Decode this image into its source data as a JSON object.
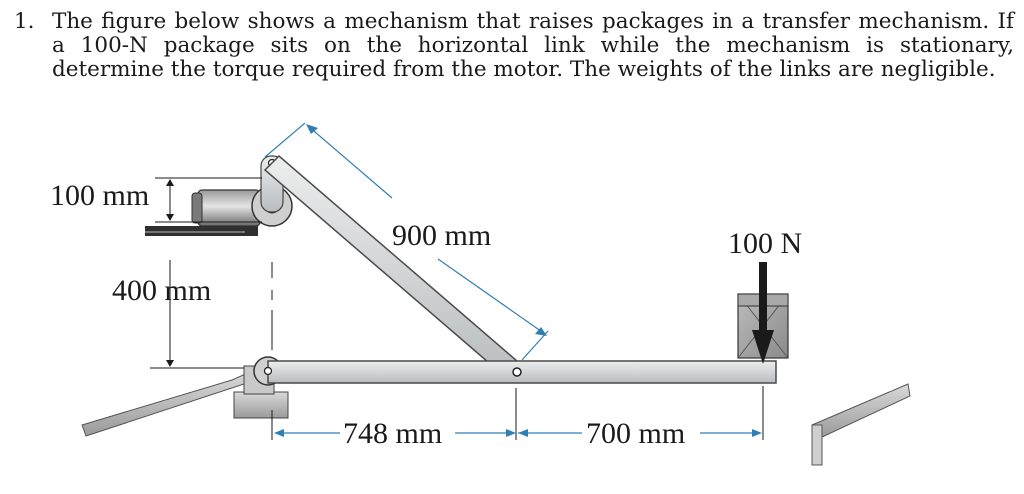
{
  "problem": {
    "number": "1.",
    "text": "The figure below shows a mechanism that raises packages in a transfer mechanism. If a 100-N package sits on the horizontal link while the mechanism is stationary, determine the torque required from the motor. The weights of the links are negligible."
  },
  "figure": {
    "dims": {
      "motor_offset": "100 mm",
      "pivot_height": "400 mm",
      "link_length": "900 mm",
      "base_span": "748 mm",
      "load_span": "700 mm"
    },
    "load_label": "100 N"
  },
  "colors": {
    "link_fill": "#d6d8d9",
    "link_stroke": "#4a4a4a",
    "dimension_line": "#2f7fb5",
    "dark_metal": "#3a3a3a"
  }
}
